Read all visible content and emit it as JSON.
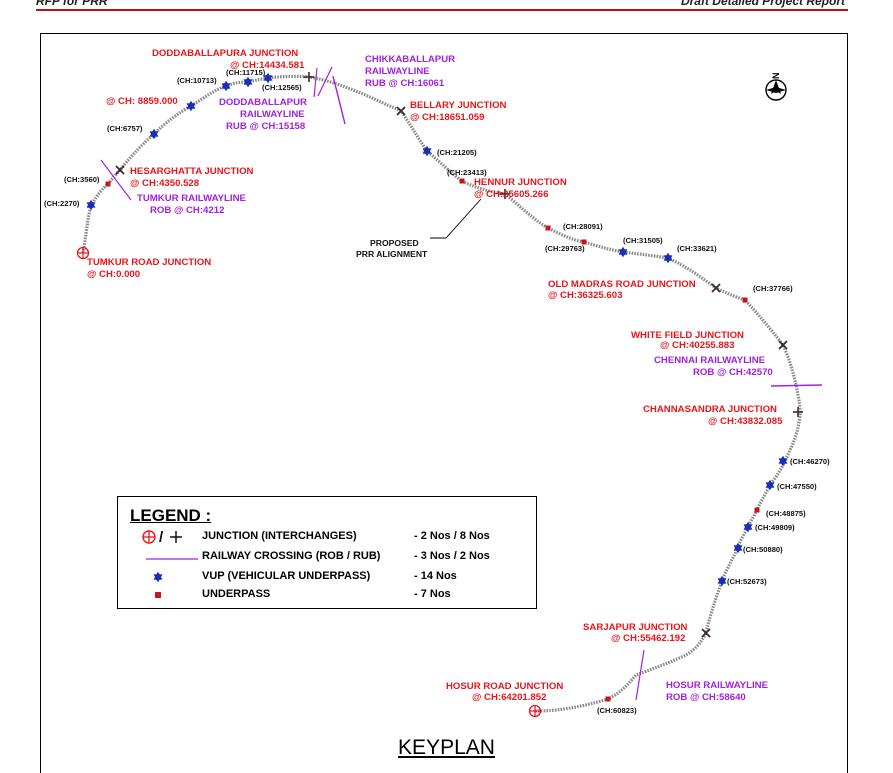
{
  "header": {
    "left": "RFP for PRR",
    "right": "Draft Detailed Project Report"
  },
  "map": {
    "title": "KEYPLAN",
    "north_label": "N",
    "alignment_label_line1": "PROPOSED",
    "alignment_label_line2": "PRR ALIGNMENT",
    "colors": {
      "junction_label": "#e8161b",
      "railway_label": "#a021e0",
      "vup": "#1a2fb8",
      "underpass": "#c8141b"
    },
    "junctions": [
      {
        "name": "TUMKUR ROAD JUNCTION",
        "chainage": "@ CH:0.000"
      },
      {
        "name": "HESARGHATTA JUNCTION",
        "chainage": "@ CH:4350.528"
      },
      {
        "name": "DODDABALLAPURA JUNCTION",
        "chainage": "@ CH:14434.581"
      },
      {
        "name": "BELLARY JUNCTION",
        "chainage": "@ CH:18651.059"
      },
      {
        "name": "HENNUR JUNCTION",
        "chainage": "@ CH:25605.266"
      },
      {
        "name": "OLD MADRAS ROAD JUNCTION",
        "chainage": "@ CH:36325.603"
      },
      {
        "name": "WHITE FIELD JUNCTION",
        "chainage": "@ CH:40255.883"
      },
      {
        "name": "CHANNASANDRA JUNCTION",
        "chainage": "@ CH:43832.085"
      },
      {
        "name": "SARJAPUR JUNCTION",
        "chainage": "@ CH:55462.192"
      },
      {
        "name": "HOSUR ROAD JUNCTION",
        "chainage": "@ CH:64201.852"
      }
    ],
    "other_red_labels": [
      {
        "text": "@ CH: 8859.000"
      }
    ],
    "railways": [
      {
        "line1": "TUMKUR RAILWAYLINE",
        "line2": "ROB @ CH:4212"
      },
      {
        "line1": "DODDABALLAPUR",
        "line2": "RAILWAYLINE",
        "line3": "RUB @ CH:15158"
      },
      {
        "line1": "CHIKKABALLAPUR",
        "line2": "RAILWAYLINE",
        "line3": "RUB @ CH:16061"
      },
      {
        "line1": "CHENNAI RAILWAYLINE",
        "line2": "ROB @ CH:42570"
      },
      {
        "line1": "HOSUR RAILWAYLINE",
        "line2": "ROB @ CH:58640"
      }
    ],
    "chainage_labels": [
      "(CH:2270)",
      "(CH:3560)",
      "(CH:6757)",
      "(CH:10713)",
      "(CH:11715)",
      "(CH:12565)",
      "(CH:21205)",
      "(CH:23413)",
      "(CH:28091)",
      "(CH:29763)",
      "(CH:31505)",
      "(CH:33621)",
      "(CH:37766)",
      "(CH:46270)",
      "(CH:47550)",
      "(CH:48875)",
      "(CH:49809)",
      "(CH:50880)",
      "(CH:52673)",
      "(CH:60823)"
    ]
  },
  "legend": {
    "title": "LEGEND :",
    "rows": [
      {
        "symbol_icon": "junction-icon",
        "symbol_text": "/",
        "desc": "JUNCTION (INTERCHANGES)",
        "count": "- 2 Nos / 8 Nos"
      },
      {
        "symbol_icon": "railway-line-icon",
        "desc": "RAILWAY CROSSING (ROB / RUB)",
        "count": "- 3 Nos / 2 Nos"
      },
      {
        "symbol_icon": "vup-star-icon",
        "desc": "VUP (VEHICULAR UNDERPASS)",
        "count": "- 14 Nos"
      },
      {
        "symbol_icon": "underpass-square-icon",
        "desc": "UNDERPASS",
        "count": "- 7 Nos"
      }
    ]
  }
}
